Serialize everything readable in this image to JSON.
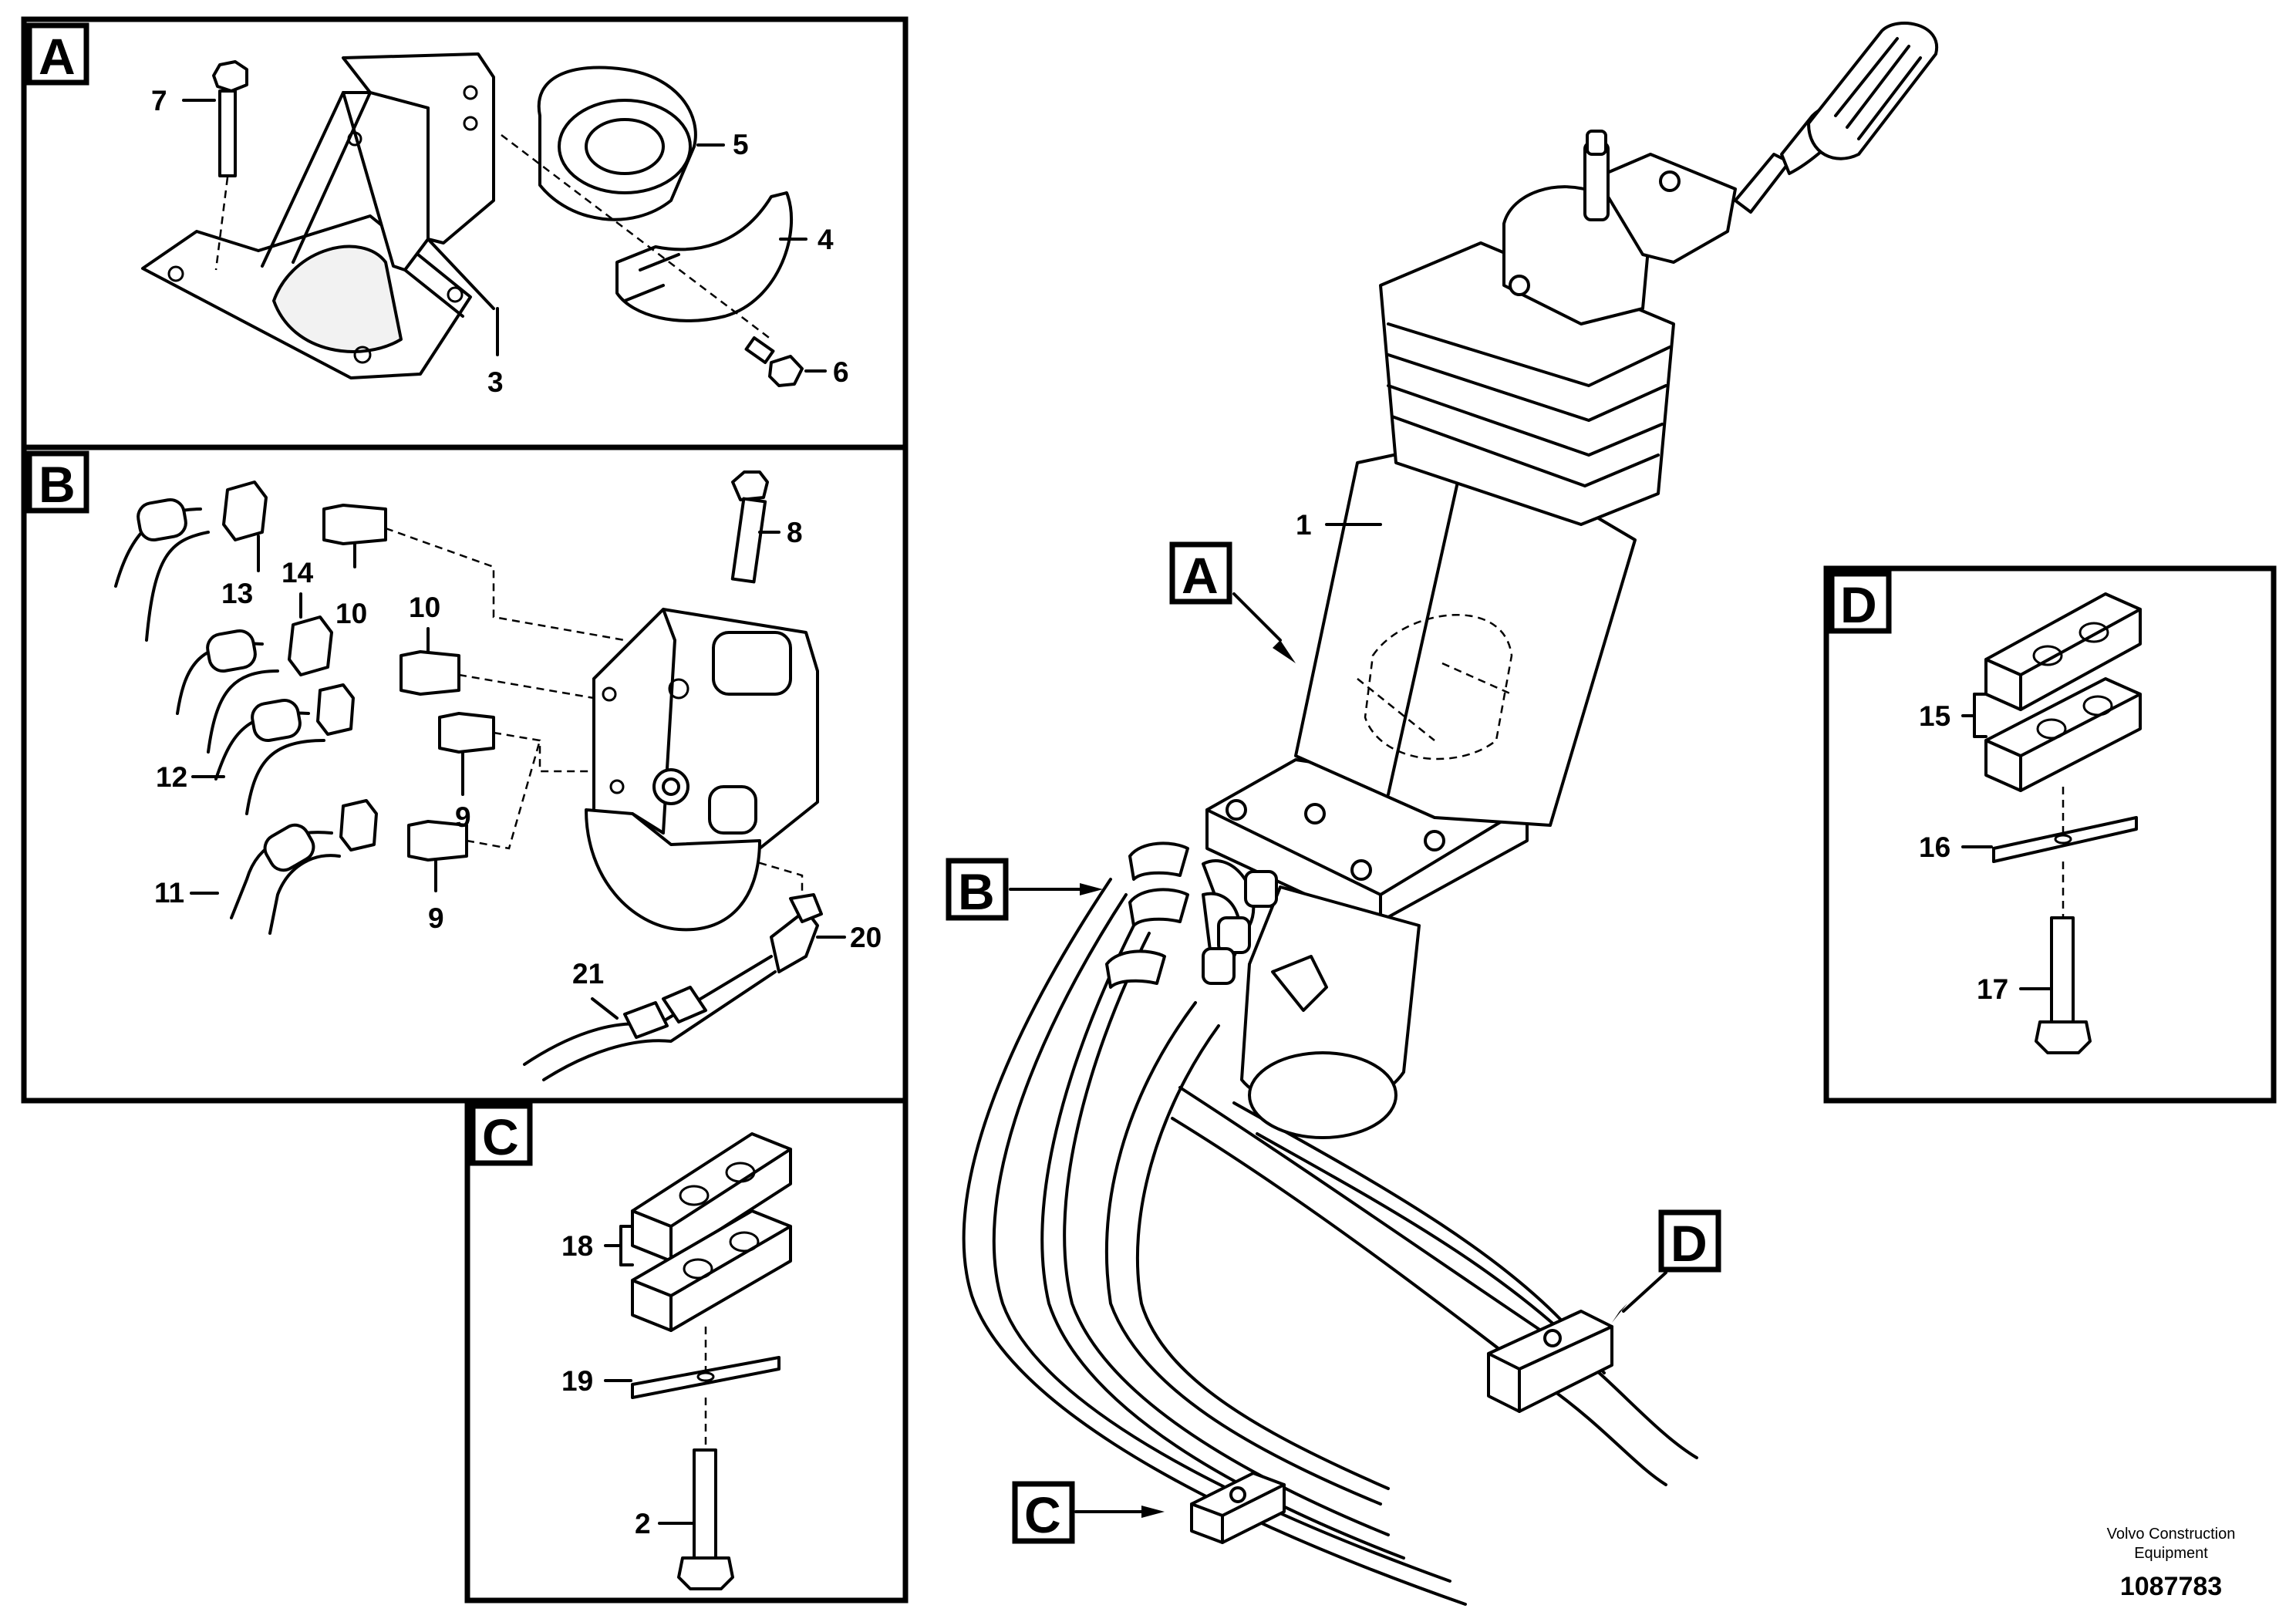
{
  "diagram": {
    "panels": [
      {
        "id": "A",
        "label": "A"
      },
      {
        "id": "B",
        "label": "B"
      },
      {
        "id": "C",
        "label": "C"
      },
      {
        "id": "D",
        "label": "D"
      }
    ],
    "main_callouts": [
      {
        "id": "A",
        "label": "A"
      },
      {
        "id": "B",
        "label": "B"
      },
      {
        "id": "C",
        "label": "C"
      },
      {
        "id": "D",
        "label": "D"
      }
    ],
    "part_numbers": {
      "p1": "1",
      "p2": "2",
      "p3": "3",
      "p4": "4",
      "p5": "5",
      "p6": "6",
      "p7": "7",
      "p8": "8",
      "p9a": "9",
      "p9b": "9",
      "p10a": "10",
      "p10b": "10",
      "p11": "11",
      "p12": "12",
      "p13": "13",
      "p14": "14",
      "p15": "15",
      "p16": "16",
      "p17": "17",
      "p18": "18",
      "p19": "19",
      "p20": "20",
      "p21": "21"
    },
    "credit": {
      "line1": "Volvo Construction",
      "line2": "Equipment",
      "number": "1087783"
    }
  }
}
